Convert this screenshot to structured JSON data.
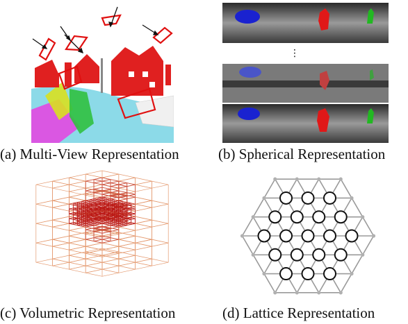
{
  "figure": {
    "panels": [
      {
        "id": "a",
        "caption": "(a) Multi-View Representation"
      },
      {
        "id": "b",
        "caption": "(b) Spherical Representation"
      },
      {
        "id": "c",
        "caption": "(c) Volumetric Representation"
      },
      {
        "id": "d",
        "caption": "(d) Lattice Representation"
      }
    ],
    "colors": {
      "view_frame": "#e01010",
      "car": "#1a22d0",
      "person_red": "#e01818",
      "person_green": "#22b822",
      "lattice_edge": "#9a9a9a",
      "lattice_node_fill": "#ffffff",
      "lattice_node_stroke": "#111111",
      "voxel_hot": "#b81010",
      "voxel_cool": "#f2c890"
    },
    "spherical_ellipsis": "⋮"
  }
}
